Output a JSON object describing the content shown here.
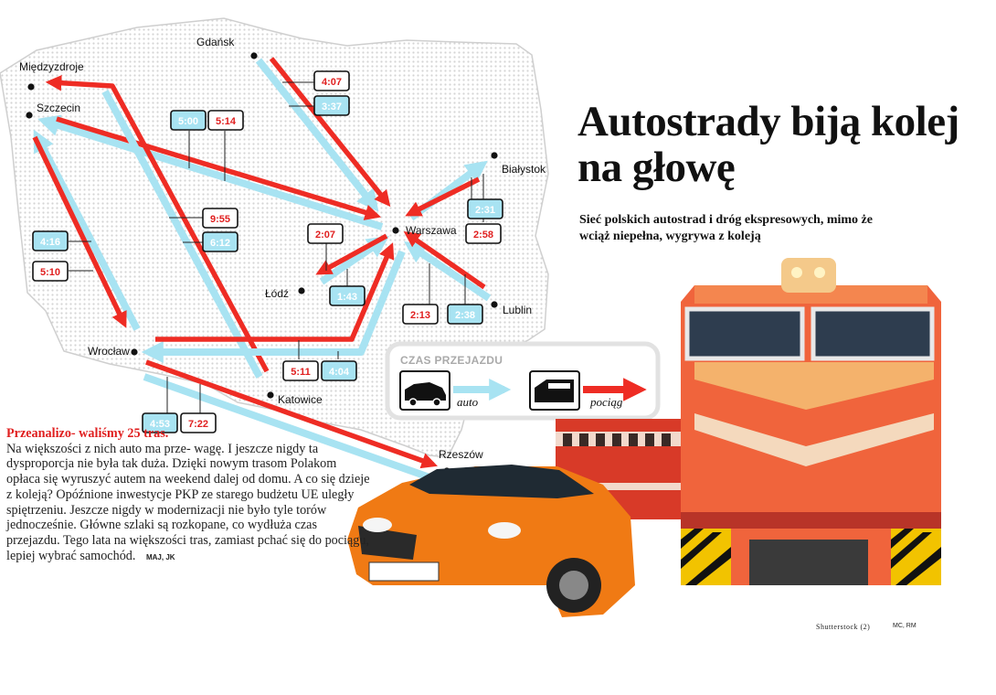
{
  "headline": {
    "title": "Autostrady biją kolej na głowę",
    "subtitle": "Sieć polskich autostrad i dróg ekspresowych, mimo że wciąż niepełna, wygrywa z koleją"
  },
  "article": {
    "lead": "Przeanalizo- waliśmy 25 tras.",
    "body": "Na większości z nich auto ma prze- wagę. I jeszcze nigdy ta dysproporcja nie była tak duża. Dzięki nowym trasom Polakom opłaca się wyruszyć autem na weekend dalej od domu. A co się dzieje z koleją? Opóźnione inwestycje PKP ze starego budżetu UE uległy spiętrzeniu. Jeszcze nigdy w modernizacji nie było tyle torów jednocześnie. Główne szlaki są rozkopane, co wydłuża czas przejazdu. Tego lata na większości tras, zamiast pchać się do pociągu, lepiej wybrać samochód.",
    "author": "MAJ, JK"
  },
  "legend": {
    "title": "CZAS PRZEJAZDU",
    "car_label": "auto",
    "train_label": "pociąg"
  },
  "credits": {
    "photo": "Shutterstock (2)",
    "graphic": "MC, RM"
  },
  "colors": {
    "car_route": "#a8e3f2",
    "train_route": "#ee2c24",
    "map_fill": "#eaeaea",
    "locomotive": "#f0643c"
  },
  "cities": [
    {
      "name": "Gdańsk"
    },
    {
      "name": "Międzyzdroje"
    },
    {
      "name": "Szczecin"
    },
    {
      "name": "Białystok"
    },
    {
      "name": "Warszawa"
    },
    {
      "name": "Łódź"
    },
    {
      "name": "Lublin"
    },
    {
      "name": "Wrocław"
    },
    {
      "name": "Katowice"
    },
    {
      "name": "Rzeszów"
    }
  ],
  "routes": [
    {
      "from": "Gdańsk",
      "to": "Warszawa",
      "car_time": "3:37",
      "train_time": "4:07"
    },
    {
      "from": "Warszawa",
      "to": "Szczecin",
      "car_time": "5:00",
      "train_time": "5:14"
    },
    {
      "from": "Katowice",
      "to": "Międzyzdroje",
      "car_time": "6:12",
      "train_time": "9:55"
    },
    {
      "from": "Białystok",
      "to": "Warszawa",
      "car_time": "2:31",
      "train_time": "2:58"
    },
    {
      "from": "Łódź",
      "to": "Warszawa",
      "car_time": "1:43",
      "train_time": "2:07"
    },
    {
      "from": "Lublin",
      "to": "Warszawa",
      "car_time": "2:38",
      "train_time": "2:13"
    },
    {
      "from": "Wrocław",
      "to": "Szczecin",
      "car_time": "4:16",
      "train_time": "5:10"
    },
    {
      "from": "Warszawa",
      "to": "Wrocław",
      "car_time": "4:04",
      "train_time": "5:11"
    },
    {
      "from": "Wrocław",
      "to": "Rzeszów",
      "car_time": "4:53",
      "train_time": "7:22"
    }
  ]
}
